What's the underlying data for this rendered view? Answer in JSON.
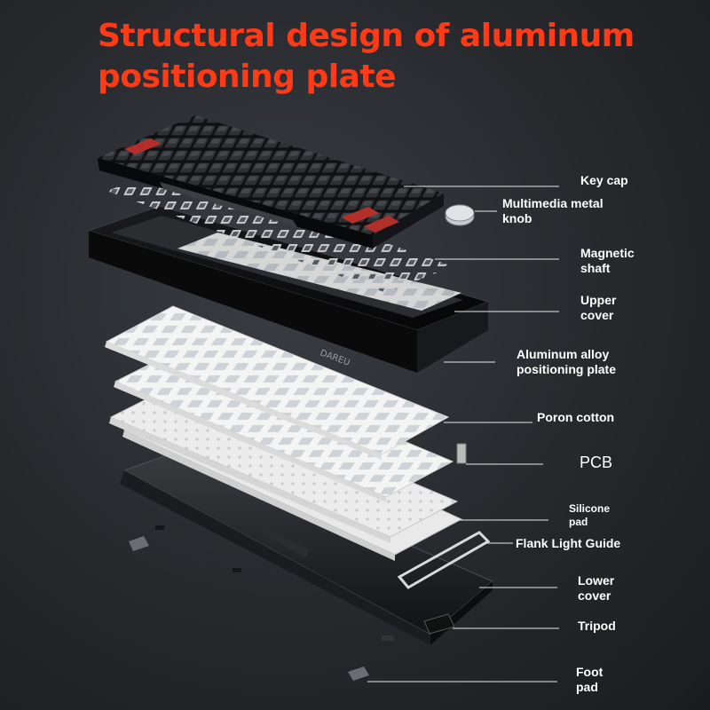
{
  "title": {
    "line1": "Structural design of aluminum",
    "line2": "positioning plate"
  },
  "brand": "DAREU",
  "labels": [
    {
      "id": "key-cap",
      "line1": "Key cap",
      "line2": ""
    },
    {
      "id": "multimedia-metal-knob",
      "line1": "Multimedia metal",
      "line2": "knob"
    },
    {
      "id": "magnetic-shaft",
      "line1": "Magnetic",
      "line2": "shaft"
    },
    {
      "id": "upper-cover",
      "line1": "Upper",
      "line2": "cover"
    },
    {
      "id": "aluminum-alloy-positioning-plate",
      "line1": "Aluminum alloy",
      "line2": "positioning plate"
    },
    {
      "id": "poron-cotton",
      "line1": "Poron cotton",
      "line2": ""
    },
    {
      "id": "pcb",
      "line1": "PCB",
      "line2": ""
    },
    {
      "id": "silicone-pad",
      "line1": "Silicone",
      "line2": "pad"
    },
    {
      "id": "flank-light-guide",
      "line1": "Flank Light Guide",
      "line2": ""
    },
    {
      "id": "lower-cover",
      "line1": "Lower",
      "line2": "cover"
    },
    {
      "id": "tripod",
      "line1": "Tripod",
      "line2": ""
    },
    {
      "id": "foot-pad",
      "line1": "Foot",
      "line2": "pad"
    }
  ],
  "colors": {
    "title": "#ff3a17",
    "label": "#ffffff",
    "leader": "#e8e8e8",
    "keycap": "#1e1f22",
    "accent_key": "#b3302a",
    "plate": "#f2f2f2"
  }
}
